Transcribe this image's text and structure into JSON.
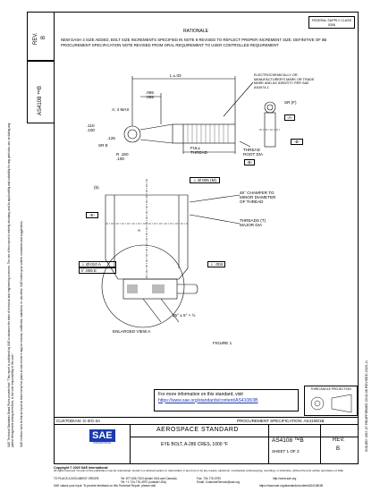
{
  "header": {
    "revision_box": "FEDERAL SUPPLY CLASS\n5306",
    "rev_label": "REV.",
    "rev_value": "B",
    "doc_number_vertical": "AS4108 ™B",
    "rationale_title": "RATIONALE",
    "rationale_text": "NEW DASH 3 SIZE ADDED, BOLT SIZE INCREMENTS SPECIFIED IN NOTE 8 REVISED TO REFLECT PROPER INCREMENT SIZE. DEFINITIVE OF 8B PROCUREMENT SPECIFICATION NOTE REVISED FROM ORAL REQUIREMENT TO USER CONTROLLED REQUIREMENT"
  },
  "left_margin": {
    "line1": "SAE Technical Standards Board Rules provide that: \"This report is published by SAE to advance the state of technical and engineering sciences. The use of this report is entirely voluntary, and its applicability and suitability for any particular use, including any patent infringement arising therefrom, is the sole responsibility of the user.\"",
    "line2": "SAE reviews each technical report at least every five years at which time it may be revised, reaffirmed, stabilized, or cancelled. SAE invites your written comments and suggestions."
  },
  "right_margin": {
    "text": "ISSUED 1987-07    REAFFIRMED 2016-06    REVISED 2020-11"
  },
  "drawing": {
    "electrochem_note": "ELECTROCHEMICALLY OR MANUFACTURER'S MARK OR TRADE MARK AND AS IDENTITY PER SAE AS4974-1",
    "dim_L": "L ±.03",
    "dim_065": ".065\n.055",
    "dim_110": ".110\n.100",
    "dim_thd": "A: 4 MAX",
    "dim_full": "FULL\nTHREAD",
    "dim_r": "R .150\n.100",
    "dim_sr": "SR E",
    "dim_c": ".125",
    "thread_root": "THREAD\nROOT DIA",
    "thread_root_ref": "-B-",
    "datum_a": "-A-",
    "sr_label": "SR (F)",
    "datum_b": "-B-",
    "tol_box": "⊥  Ø.005 (M)",
    "chamfer_note": "45° CHAMFER TO\nMINOR DIAMETER\nOF THREAD",
    "threads_note": "THREADS (T)\nMAJOR DIA",
    "datum_e": "-E-",
    "label_a_arrow": "A",
    "label_5deg": "(5)",
    "fcf1": "⊥  Ø.010  A",
    "fcf2": "//  .005  E",
    "fcf3": "⊥ .004",
    "dim_angle": "25° ± 5° × ½",
    "enlarged_view": "ENLARGED VIEW  A",
    "figure_label": "FIGURE 1"
  },
  "info_box": {
    "line1": "For more information on this standard, visit",
    "link": "https://www.sae.org/standards/content/AS4108/3B"
  },
  "reference_block": {
    "title": "THIRD ANGLE PROJECTION"
  },
  "title_block": {
    "custodian": "CUSTODIAN: G-3/G-3A",
    "procurement": "PROCUREMENT SPECIFICATION: AS4108/1B",
    "standard_type": "AEROSPACE STANDARD",
    "part_title": "EYE BOLT, A-286 CRES, 1000 °F",
    "doc_number": "AS4108 ™B",
    "sheet": "SHEET 1 OF 3",
    "rev_label": "REV.",
    "rev_value": "B",
    "logo_text": "SAE",
    "logo_sub": "INTERNATIONAL"
  },
  "footer": {
    "copyright": "Copyright © 2020 SAE International",
    "rights": "All rights reserved. No part of this publication may be reproduced, stored in a retrieval system or transmitted, in any form or by any means, electronic, mechanical, photocopying, recording, or otherwise, without the prior written permission of SAE.",
    "order_label": "TO PLACE A DOCUMENT ORDER:",
    "tel1": "Tel: 877-606-7323 (inside USA and Canada)",
    "tel2": "Tel: +1 724-776-4970 (outside USA)",
    "fax": "Fax: 724-776-0790",
    "email": "Email: CustomerService@sae.org",
    "web": "http://www.sae.org",
    "feedback": "SAE values your input. To provide feedback on this Technical Report, please visit",
    "feedback_link": "https://www.sae.org/standards/content/AS4108/3B"
  }
}
